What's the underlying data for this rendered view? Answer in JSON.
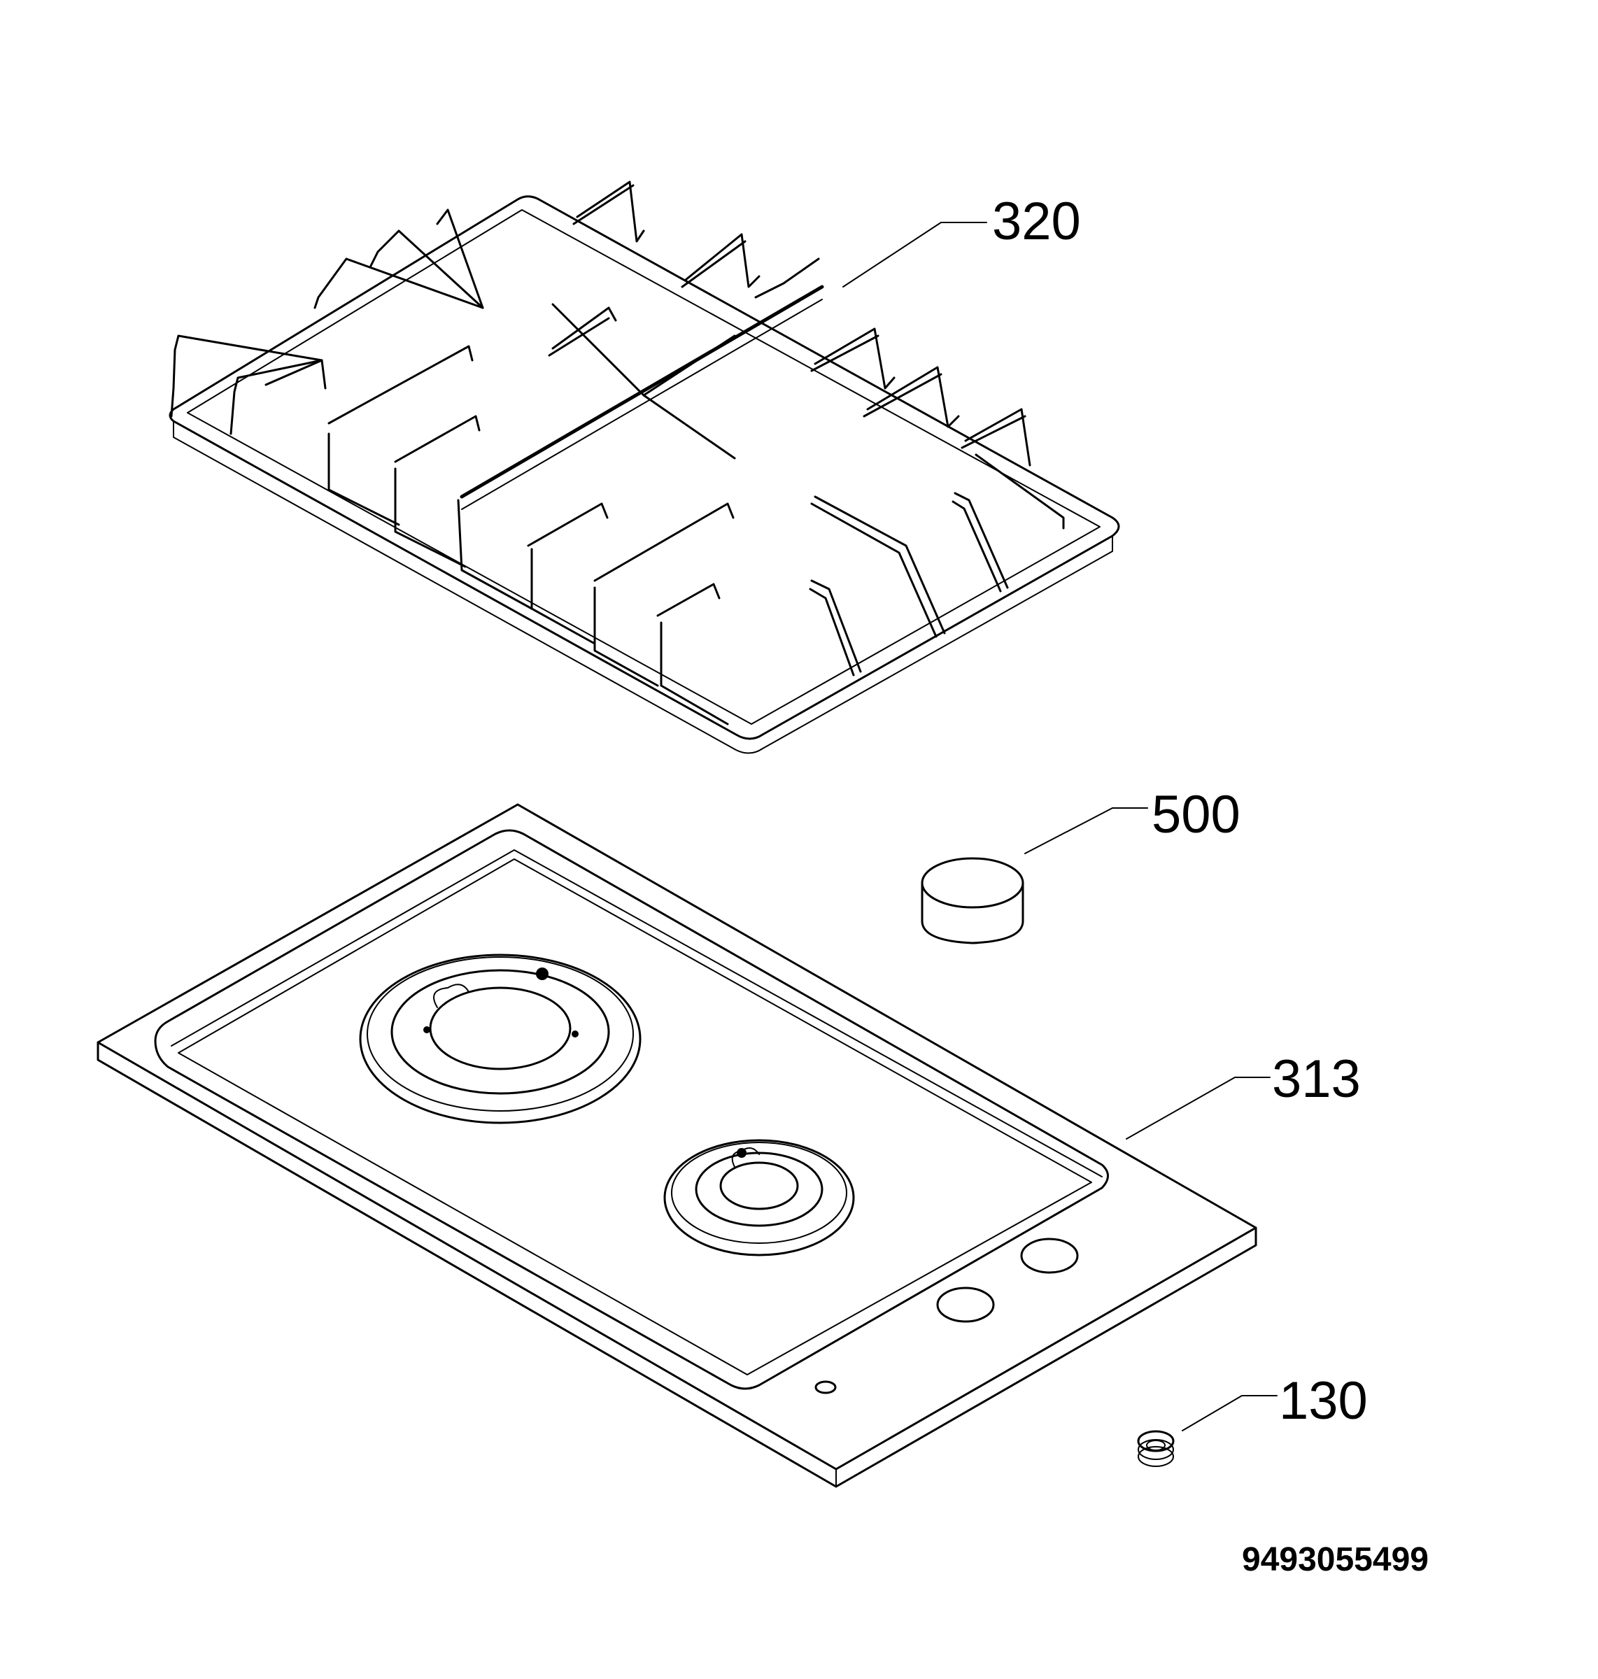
{
  "labels": {
    "grate": "320",
    "knob": "500",
    "hob_top": "313",
    "spring": "130"
  },
  "document_number": "9493055499",
  "colors": {
    "line": "#000000",
    "background": "#ffffff"
  }
}
